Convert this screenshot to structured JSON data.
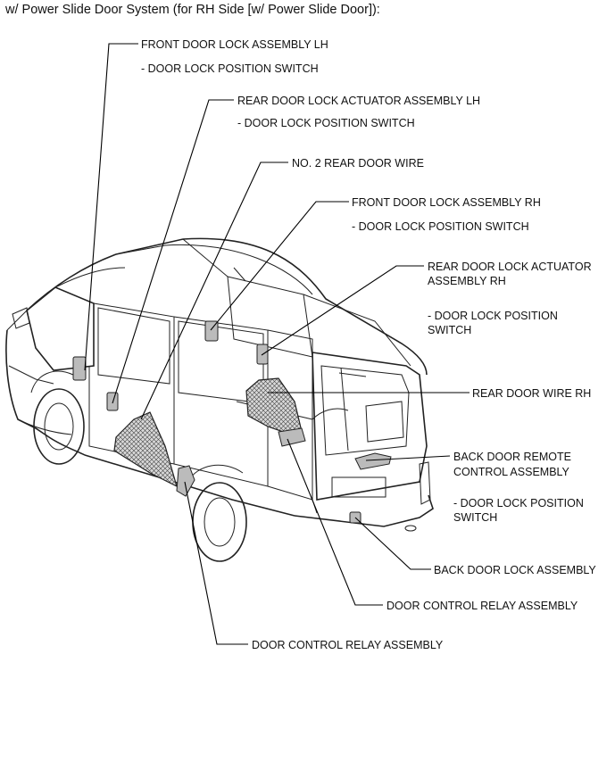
{
  "title": "w/ Power Slide Door System (for RH Side [w/ Power Slide Door]):",
  "labels": {
    "front_lh": "FRONT DOOR LOCK ASSEMBLY LH",
    "front_lh_sub": "- DOOR LOCK POSITION SWITCH",
    "rear_lh": "REAR DOOR LOCK ACTUATOR ASSEMBLY LH",
    "rear_lh_sub": "- DOOR LOCK POSITION SWITCH",
    "no2_wire": "NO. 2 REAR DOOR WIRE",
    "front_rh": "FRONT DOOR LOCK ASSEMBLY RH",
    "front_rh_sub": "- DOOR LOCK POSITION SWITCH",
    "rear_rh_l1": "REAR DOOR LOCK ACTUATOR",
    "rear_rh_l2": "ASSEMBLY RH",
    "rear_rh_sub1": "- DOOR LOCK POSITION",
    "rear_rh_sub2": "SWITCH",
    "rear_wire_rh": "REAR DOOR WIRE RH",
    "back_remote_l1": "BACK DOOR REMOTE",
    "back_remote_l2": "CONTROL ASSEMBLY",
    "back_remote_sub1": "- DOOR LOCK POSITION",
    "back_remote_sub2": "SWITCH",
    "back_lock": "BACK DOOR LOCK ASSEMBLY",
    "relay_right": "DOOR CONTROL RELAY ASSEMBLY",
    "relay_left": "DOOR CONTROL RELAY ASSEMBLY"
  }
}
